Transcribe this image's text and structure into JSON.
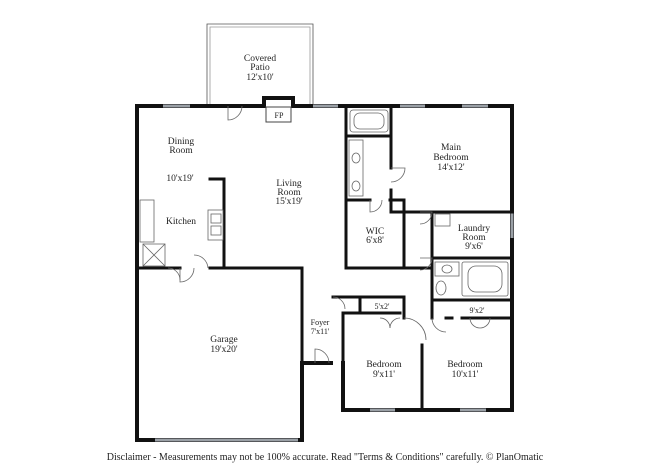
{
  "rooms": {
    "covered_patio": {
      "name_line1": "Covered",
      "name_line2": "Patio",
      "dims": "12'x10'"
    },
    "fireplace": {
      "name": "FP"
    },
    "dining_room": {
      "name_line1": "Dining",
      "name_line2": "Room",
      "dims": "10'x19'"
    },
    "kitchen": {
      "name": "Kitchen"
    },
    "living_room": {
      "name_line1": "Living",
      "name_line2": "Room",
      "dims": "15'x19'"
    },
    "main_bedroom": {
      "name_line1": "Main",
      "name_line2": "Bedroom",
      "dims": "14'x12'"
    },
    "wic": {
      "name": "WIC",
      "dims": "6'x8'"
    },
    "laundry_room": {
      "name_line1": "Laundry",
      "name_line2": "Room",
      "dims": "9'x6'"
    },
    "garage": {
      "name": "Garage",
      "dims": "19'x20'"
    },
    "foyer": {
      "name": "Foyer",
      "dims": "7'x11'"
    },
    "closet_a": {
      "dims": "5'x2'"
    },
    "closet_b": {
      "dims": "9'x2'"
    },
    "bedroom_a": {
      "name": "Bedroom",
      "dims": "9'x11'"
    },
    "bedroom_b": {
      "name": "Bedroom",
      "dims": "10'x11'"
    }
  },
  "disclaimer": "Disclaimer - Measurements may not be 100% accurate. Read \"Terms & Conditions\" carefully. © PlanOmatic"
}
